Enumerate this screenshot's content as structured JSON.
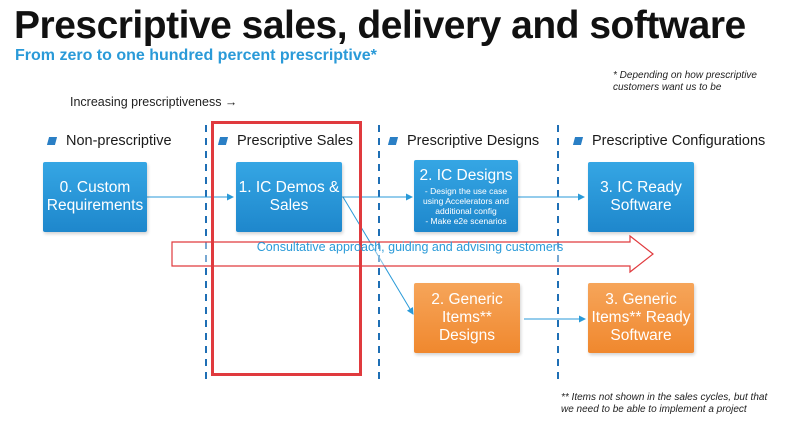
{
  "header": {
    "title": "Prescriptive sales, delivery and software",
    "subtitle": "From zero to one hundred percent prescriptive*"
  },
  "notes": {
    "top_right": "* Depending on how prescriptive\ncustomers want us to be",
    "bottom_right": "** Items not shown in the sales cycles, but that\nwe need to be able to implement a project"
  },
  "progress_label": "Increasing prescriptiveness →",
  "columns": [
    {
      "label": "Non-prescriptive"
    },
    {
      "label": "Prescriptive Sales"
    },
    {
      "label": "Prescriptive Designs"
    },
    {
      "label": "Prescriptive Configurations"
    }
  ],
  "boxes": {
    "custom": {
      "label": "0. Custom\nRequirements"
    },
    "demos": {
      "label": "1. IC Demos &\nSales"
    },
    "ic_designs": {
      "label": "2. IC Designs",
      "detail": "- Design the use case\nusing Accelerators and\nadditional config\n- Make e2e scenarios"
    },
    "ic_ready": {
      "label": "3. IC Ready\nSoftware"
    },
    "generic_designs": {
      "label": "2. Generic\nItems**\nDesigns"
    },
    "generic_ready": {
      "label": "3. Generic\nItems** Ready\nSoftware"
    }
  },
  "banner": {
    "label": "Consultative approach, guiding and advising customers"
  },
  "colors": {
    "accent_blue": "#2a9ad8",
    "box_blue": "#2a96d8",
    "box_orange": "#f39a45",
    "highlight_red": "#e03a3e",
    "divider": "#1f6fb5"
  }
}
